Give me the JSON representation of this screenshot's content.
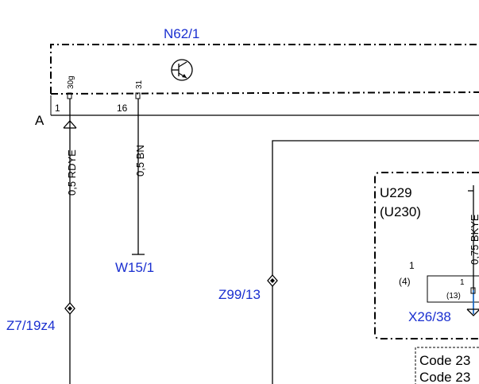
{
  "components": {
    "n62": {
      "id": "N62/1"
    },
    "u229": {
      "id": "U229",
      "alt": "(U230)"
    },
    "w15": {
      "id": "W15/1"
    },
    "z99": {
      "id": "Z99/13"
    },
    "z7": {
      "id": "Z7/19z4"
    },
    "x26": {
      "id": "X26/38"
    }
  },
  "bus": {
    "label": "A"
  },
  "pins": {
    "p30g": "30g",
    "p31": "31",
    "p1": "1",
    "p16": "16",
    "u_pin": "1",
    "u_pin_alt": "(4)",
    "x_pin": "1",
    "x_pin_alt": "(13)"
  },
  "wires": {
    "rdye": "0,5 RDYE",
    "bn": "0,5 BN",
    "bkye": "0,75 BKYE"
  },
  "codes": [
    "Code 23",
    "Code 23"
  ],
  "colors": {
    "label_blue": "#1a2fd0",
    "line": "#000000",
    "wire_blue": "#1a6fd0"
  },
  "icons": {
    "transistor": "transistor-icon"
  }
}
